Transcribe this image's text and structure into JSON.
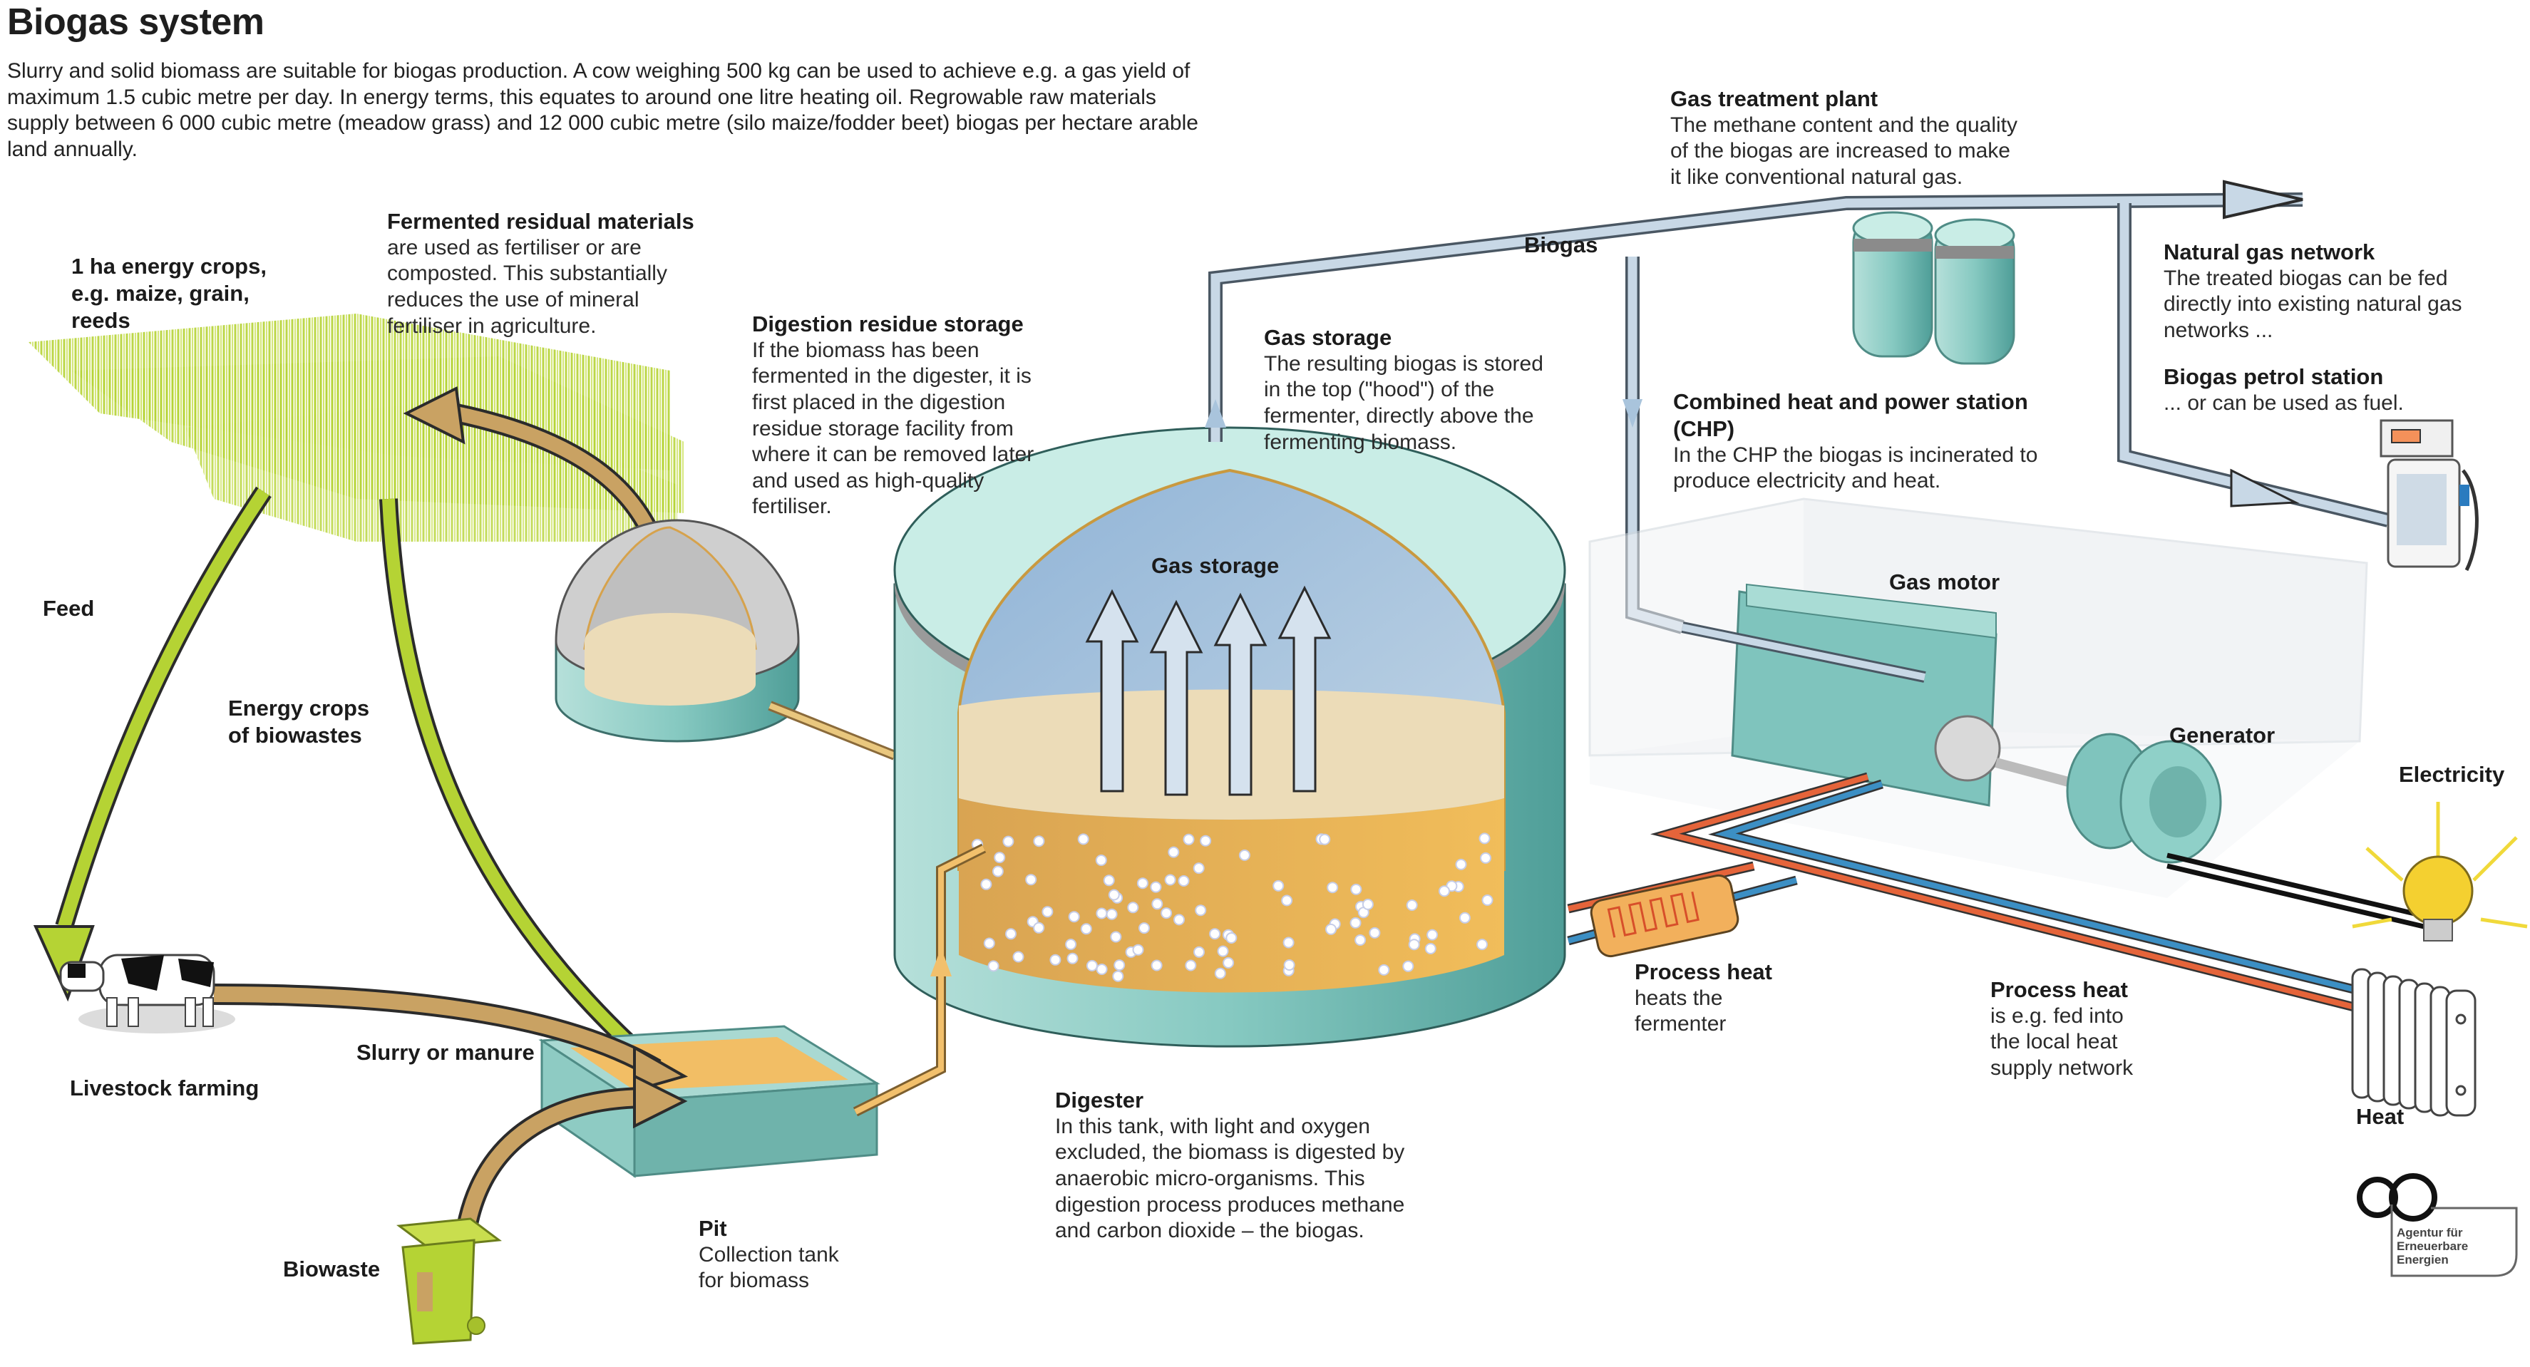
{
  "title": "Biogas system",
  "intro": "Slurry and solid biomass are suitable for biogas production. A cow weighing 500 kg can be used to achieve e.g. a gas yield of maximum 1.5 cubic metre per day. In energy terms, this equates to around one litre heating oil. Regrowable raw materials supply between 6 000 cubic metre (meadow grass) and 12 000 cubic metre (silo maize/fodder beet) biogas per hectare arable land annually.",
  "labels": {
    "energy_crops": "1 ha energy crops,\ne.g. maize, grain,\nreeds",
    "feed": "Feed",
    "energy_crops_biowastes": "Energy crops\nof biowastes",
    "livestock": "Livestock farming",
    "slurry": "Slurry or manure",
    "biowaste": "Biowaste",
    "biogas_pipe": "Biogas",
    "gas_storage_inner": "Gas storage",
    "gas_motor": "Gas motor",
    "generator": "Generator",
    "electricity": "Electricity",
    "heat": "Heat"
  },
  "callouts": {
    "fermented_residual": {
      "heading": "Fermented residual materials",
      "body": "are used as fertiliser or are\ncomposted. This substantially\nreduces the use of mineral\nfertiliser in agriculture."
    },
    "digestion_residue": {
      "heading": "Digestion residue storage",
      "body": "If the biomass has been\nfermented in the digester, it is\nfirst placed in the digestion\nresidue storage facility from\nwhere it can be removed later\nand used as high-quality\nfertiliser."
    },
    "gas_storage": {
      "heading": "Gas storage",
      "body": "The resulting biogas is stored\nin the top (\"hood\") of the\nfermenter, directly above the\nfermenting biomass."
    },
    "gas_treatment": {
      "heading": "Gas treatment plant",
      "body": "The methane content and the quality\nof the biogas are increased to make\nit like conventional natural gas."
    },
    "natural_gas": {
      "heading": "Natural gas network",
      "body": "The treated biogas can be fed\ndirectly into existing natural gas\nnetworks ..."
    },
    "petrol_station": {
      "heading": "Biogas petrol station",
      "body": "... or can be used as fuel."
    },
    "chp": {
      "heading": "Combined heat and power station\n(CHP)",
      "body": "In the CHP the biogas is incinerated to\nproduce electricity and heat."
    },
    "process_heat_fermenter": {
      "heading": "Process heat",
      "body": "heats the\nfermenter"
    },
    "process_heat_network": {
      "heading": "Process heat",
      "body": "is e.g. fed into\nthe local heat\nsupply network"
    },
    "digester": {
      "heading": "Digester",
      "body": "In this tank, with light and oxygen\nexcluded, the biomass is digested by\nanaerobic micro-organisms. This\ndigestion process produces methane\nand carbon dioxide – the biogas."
    },
    "pit": {
      "heading": "Pit",
      "body": "Collection tank\nfor biomass"
    }
  },
  "logo": {
    "text": "Agentur für\nErneuerbare\nEnergien",
    "icon": "infinity-icon"
  },
  "colors": {
    "teal": "#7fc4bd",
    "teal_dark": "#4f9e98",
    "teal_light": "#c9ede6",
    "biomass": "#e9b65a",
    "biomass_light": "#ecdcb8",
    "gas_blue": "#a9c4dc",
    "pipe": "#c8d8e6",
    "crop_green": "#b5d334",
    "arrow_brown": "#c9a263",
    "heat_red": "#e5643a",
    "cold_blue": "#3c8fc4"
  }
}
